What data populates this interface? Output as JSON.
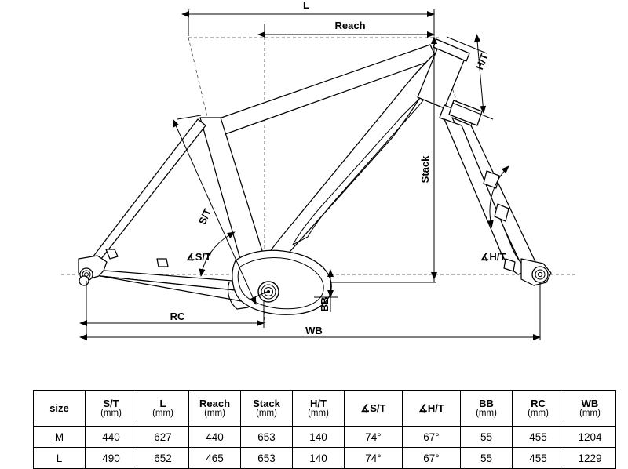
{
  "diagram": {
    "title": "bicycle-frame-geometry-diagram",
    "labels": {
      "length": "L",
      "reach": "Reach",
      "head_tube": "H/T",
      "stack": "Stack",
      "seat_tube": "S/T",
      "seat_tube_angle": "∡S/T",
      "head_tube_angle": "∡H/T",
      "bottom_bracket_drop": "BB",
      "rear_center": "RC",
      "wheelbase": "WB"
    },
    "colors": {
      "line": "#000000",
      "background": "#ffffff",
      "construction": "#555555"
    }
  },
  "table": {
    "name": "frame-geometry-table",
    "columns": [
      {
        "label": "size",
        "unit": ""
      },
      {
        "label": "S/T",
        "unit": "(mm)"
      },
      {
        "label": "L",
        "unit": "(mm)"
      },
      {
        "label": "Reach",
        "unit": "(mm)"
      },
      {
        "label": "Stack",
        "unit": "(mm)"
      },
      {
        "label": "H/T",
        "unit": "(mm)"
      },
      {
        "label": "∡S/T",
        "unit": ""
      },
      {
        "label": "∡H/T",
        "unit": ""
      },
      {
        "label": "BB",
        "unit": "(mm)"
      },
      {
        "label": "RC",
        "unit": "(mm)"
      },
      {
        "label": "WB",
        "unit": "(mm)"
      }
    ],
    "rows": [
      [
        "M",
        "440",
        "627",
        "440",
        "653",
        "140",
        "74°",
        "67°",
        "55",
        "455",
        "1204"
      ],
      [
        "L",
        "490",
        "652",
        "465",
        "653",
        "140",
        "74°",
        "67°",
        "55",
        "455",
        "1229"
      ]
    ]
  }
}
